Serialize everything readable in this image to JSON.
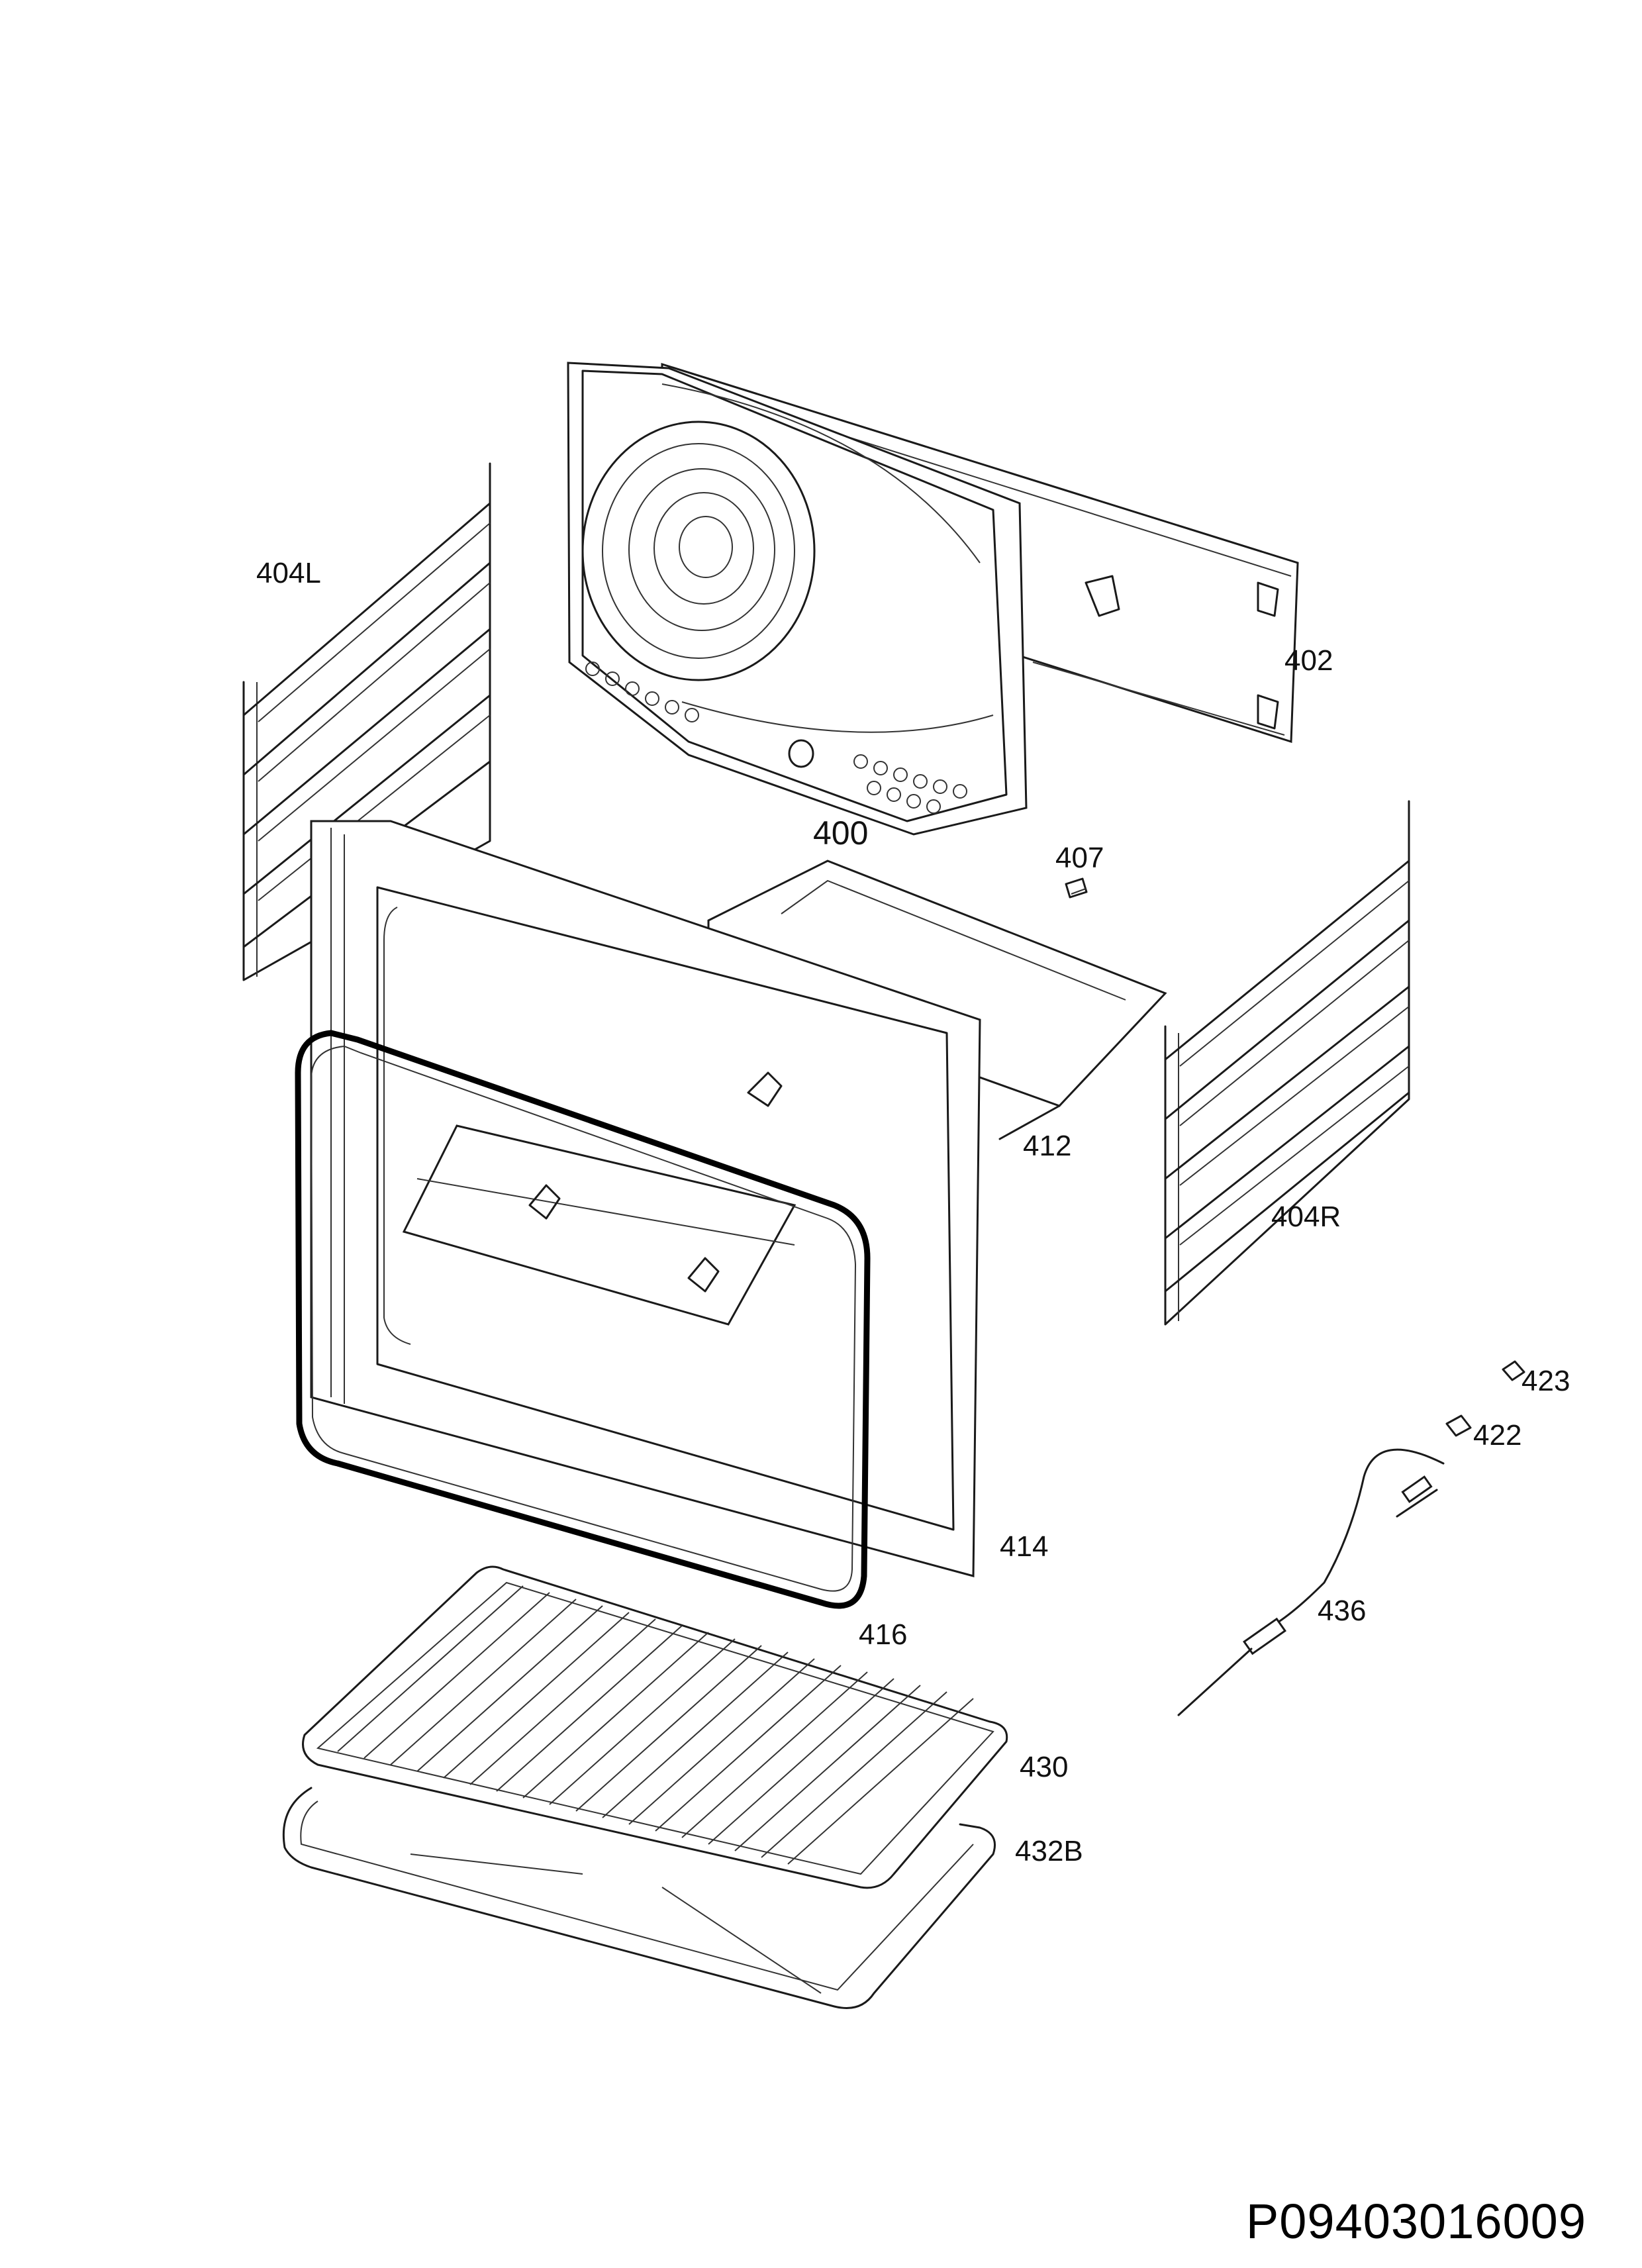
{
  "document_code": "P09403016009",
  "parts": {
    "p400": "400",
    "p402": "402",
    "p404L": "404L",
    "p404R": "404R",
    "p407": "407",
    "p412": "412",
    "p414": "414",
    "p416": "416",
    "p422": "422",
    "p423": "423",
    "p430": "430",
    "p432B": "432B",
    "p436": "436"
  }
}
